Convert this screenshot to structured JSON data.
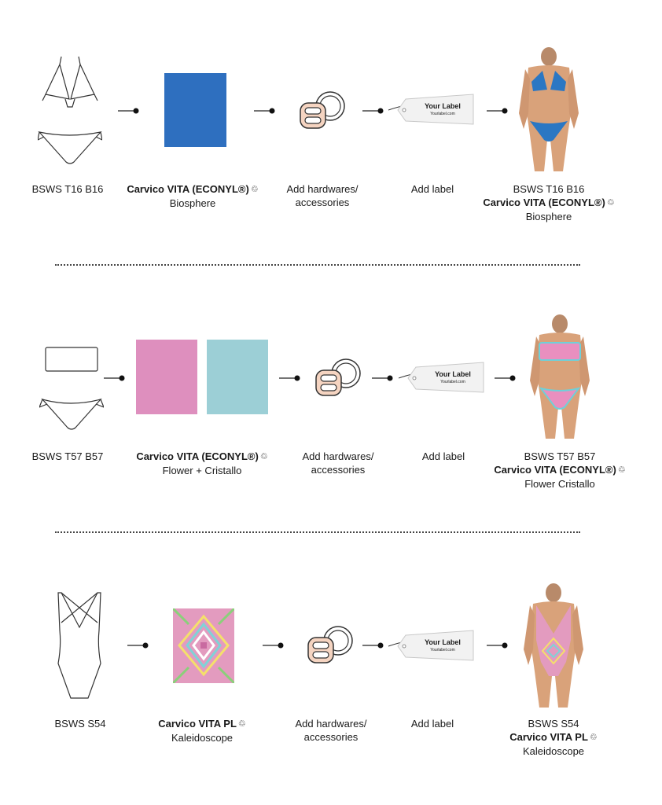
{
  "rows": [
    {
      "style_code": "BSWS T16 B16",
      "fabric_name": "Carvico VITA (ECONYL®)",
      "fabric_print": "Biosphere",
      "hardware_label_1": "Add hardwares/",
      "hardware_label_2": "accessories",
      "label_step": "Add label",
      "result_code": "BSWS T16 B16",
      "result_fabric": "Carvico VITA (ECONYL®)",
      "result_print": "Biosphere",
      "swatch_colors": [
        "#2e6fbf"
      ]
    },
    {
      "style_code": "BSWS T57 B57",
      "fabric_name": "Carvico VITA (ECONYL®)",
      "fabric_print": "Flower + Cristallo",
      "hardware_label_1": "Add hardwares/",
      "hardware_label_2": "accessories",
      "label_step": "Add label",
      "result_code": "BSWS T57 B57",
      "result_fabric": "Carvico VITA (ECONYL®)",
      "result_print": "Flower Cristallo",
      "swatch_colors": [
        "#de8fbe",
        "#9ccfd6"
      ]
    },
    {
      "style_code": "BSWS S54",
      "fabric_name": "Carvico VITA PL",
      "fabric_print": "Kaleidoscope",
      "hardware_label_1": "Add hardwares/",
      "hardware_label_2": "accessories",
      "label_step": "Add label",
      "result_code": "BSWS S54",
      "result_fabric": "Carvico VITA PL",
      "result_print": "Kaleidoscope",
      "swatch_colors": [
        "#e39bbf"
      ]
    }
  ],
  "tag": {
    "title": "Your Label",
    "url": "Yourlabel.com"
  },
  "recycle_icon": "recycle-icon",
  "colors": {
    "hardware_fill": "#f5d4c1",
    "hardware_stroke": "#3a3a3a",
    "skin": "#d9a27a",
    "blue_suit": "#2b77c3",
    "pink_suit": "#e98fbf",
    "teal_trim": "#6fd0d8"
  }
}
